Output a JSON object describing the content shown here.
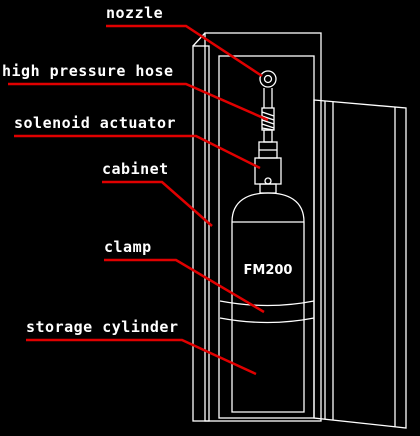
{
  "labels": {
    "nozzle": "nozzle",
    "hose": "high pressure hose",
    "actuator": "solenoid actuator",
    "cabinet": "cabinet",
    "clamp": "clamp",
    "cylinder": "storage cylinder"
  },
  "cylinder_label": "FM200",
  "colors": {
    "background": "#000000",
    "outline": "#ffffff",
    "leader": "#e00000"
  }
}
